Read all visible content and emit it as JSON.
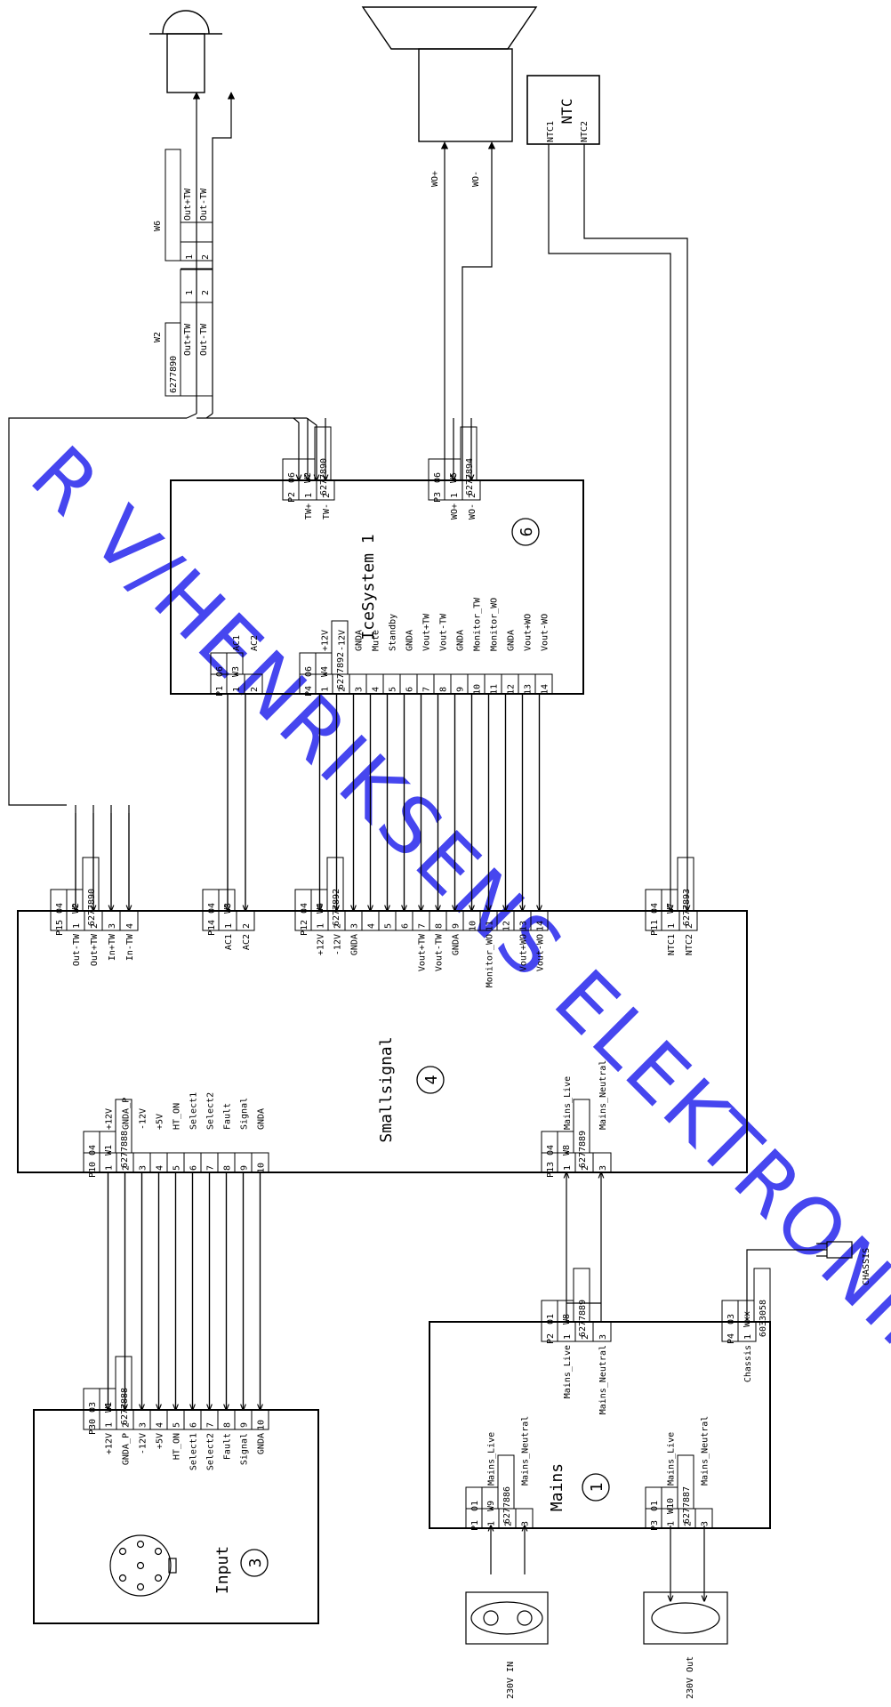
{
  "watermark": "R V/HENRIKSENS ELEKTRONIK",
  "ground_label": "CHASSIS",
  "components": {
    "tweeter": {
      "outputs": [
        "Out+TW",
        "Out-TW"
      ]
    },
    "woofer": {
      "labels": [
        "WO+",
        "WO-"
      ]
    },
    "ntc": {
      "title": "NTC",
      "pins": [
        "NTC1",
        "NTC2"
      ]
    }
  },
  "cables": {
    "w6": {
      "name": "W6",
      "part": "",
      "pins": [
        "Out+TW",
        "Out-TW"
      ],
      "nums": [
        "1",
        "2"
      ]
    },
    "w2": {
      "name": "W2",
      "part": "6277890",
      "pins": [
        "Out+TW",
        "Out-TW"
      ],
      "nums": [
        "1",
        "2"
      ]
    }
  },
  "boards": {
    "icesystem": {
      "title": "IceSystem 1",
      "number": "6",
      "p2": {
        "wire": "W2",
        "rev": "06",
        "part": "6277890",
        "conn": "P2",
        "pins": [
          {
            "n": "1",
            "label": "TW+"
          },
          {
            "n": "2",
            "label": "TW-"
          }
        ]
      },
      "p3": {
        "wire": "W5",
        "rev": "06",
        "part": "6277894",
        "conn": "P3",
        "pins": [
          {
            "n": "1",
            "label": "WO+"
          },
          {
            "n": "2",
            "label": "WO-"
          }
        ]
      },
      "p1": {
        "wire": "W3",
        "rev": "06",
        "conn": "P1",
        "pins": [
          {
            "n": "1",
            "label": "AC1"
          },
          {
            "n": "2",
            "label": "AC2"
          }
        ]
      },
      "p4": {
        "wire": "W4",
        "rev": "06",
        "part": "6277892",
        "conn": "P4",
        "pins": [
          {
            "n": "1",
            "label": "+12V"
          },
          {
            "n": "2",
            "label": "-12V"
          },
          {
            "n": "3",
            "label": "GNDA"
          },
          {
            "n": "4",
            "label": "Mute"
          },
          {
            "n": "5",
            "label": "Standby"
          },
          {
            "n": "6",
            "label": "GNDA"
          },
          {
            "n": "7",
            "label": "Vout+TW"
          },
          {
            "n": "8",
            "label": "Vout-TW"
          },
          {
            "n": "9",
            "label": "GNDA"
          },
          {
            "n": "10",
            "label": "Monitor_TW"
          },
          {
            "n": "11",
            "label": "Monitor_WO"
          },
          {
            "n": "12",
            "label": "GNDA"
          },
          {
            "n": "13",
            "label": "Vout+WO"
          },
          {
            "n": "14",
            "label": "Vout-WO"
          }
        ]
      }
    },
    "smallsignal": {
      "title": "Smallsignal",
      "number": "4",
      "p15": {
        "wire": "W2",
        "rev": "04",
        "part": "6277890",
        "conn": "P15",
        "pins": [
          {
            "n": "1",
            "label": "Out-TW"
          },
          {
            "n": "2",
            "label": "Out+TW"
          },
          {
            "n": "3",
            "label": "In+TW"
          },
          {
            "n": "4",
            "label": "In-TW"
          }
        ]
      },
      "p14": {
        "wire": "W3",
        "rev": "04",
        "conn": "P14",
        "pins": [
          {
            "n": "1",
            "label": "AC1"
          },
          {
            "n": "2",
            "label": "AC2"
          }
        ]
      },
      "p12": {
        "wire": "W4",
        "rev": "04",
        "part": "6277892",
        "conn": "P12",
        "pins": [
          {
            "n": "1",
            "label": "+12V"
          },
          {
            "n": "2",
            "label": "-12V"
          },
          {
            "n": "3",
            "label": "GNDA"
          },
          {
            "n": "4",
            "label": ""
          },
          {
            "n": "5",
            "label": ""
          },
          {
            "n": "6",
            "label": ""
          },
          {
            "n": "7",
            "label": "Vout+TW"
          },
          {
            "n": "8",
            "label": "Vout-TW"
          },
          {
            "n": "9",
            "label": "GNDA"
          },
          {
            "n": "10",
            "label": ""
          },
          {
            "n": "11",
            "label": "Monitor_WO"
          },
          {
            "n": "12",
            "label": ""
          },
          {
            "n": "13",
            "label": "Vout+WO"
          },
          {
            "n": "14",
            "label": "Vout-WO"
          }
        ]
      },
      "p11": {
        "wire": "W7",
        "rev": "04",
        "part": "6277893",
        "conn": "P11",
        "pins": [
          {
            "n": "1",
            "label": "NTC1"
          },
          {
            "n": "2",
            "label": "NTC2"
          }
        ]
      },
      "p10": {
        "wire": "W1",
        "rev": "04",
        "part": "6277888",
        "conn": "P10",
        "pins": [
          {
            "n": "1",
            "label": "+12V"
          },
          {
            "n": "2",
            "label": "GNDA_P"
          },
          {
            "n": "3",
            "label": "-12V"
          },
          {
            "n": "4",
            "label": "+5V"
          },
          {
            "n": "5",
            "label": "HT_ON"
          },
          {
            "n": "6",
            "label": "Select1"
          },
          {
            "n": "7",
            "label": "Select2"
          },
          {
            "n": "8",
            "label": "Fault"
          },
          {
            "n": "9",
            "label": "Signal"
          },
          {
            "n": "10",
            "label": "GNDA"
          }
        ]
      },
      "p13": {
        "wire": "W8",
        "rev": "04",
        "part": "6277889",
        "conn": "P13",
        "pins": [
          {
            "n": "1",
            "label": "Mains_Live"
          },
          {
            "n": "2",
            "label": ""
          },
          {
            "n": "3",
            "label": "Mains_Neutral"
          }
        ]
      }
    },
    "input": {
      "title": "Input",
      "number": "3",
      "p30": {
        "wire": "W1",
        "rev": "03",
        "part": "6277888",
        "conn": "P30",
        "pins": [
          {
            "n": "1",
            "label": "+12V"
          },
          {
            "n": "2",
            "label": "GNDA_P"
          },
          {
            "n": "3",
            "label": "-12V"
          },
          {
            "n": "4",
            "label": "+5V"
          },
          {
            "n": "5",
            "label": "HT_ON"
          },
          {
            "n": "6",
            "label": "Select1"
          },
          {
            "n": "7",
            "label": "Select2"
          },
          {
            "n": "8",
            "label": "Fault"
          },
          {
            "n": "9",
            "label": "Signal"
          },
          {
            "n": "10",
            "label": "GNDA"
          }
        ]
      }
    },
    "mains": {
      "title": "Mains",
      "number": "1",
      "p2": {
        "wire": "W8",
        "rev": "01",
        "part": "6277889",
        "conn": "P2",
        "pins": [
          {
            "n": "1",
            "label": "Mains_Live"
          },
          {
            "n": "2",
            "label": ""
          },
          {
            "n": "3",
            "label": "Mains_Neutral"
          }
        ]
      },
      "p4": {
        "wire": "Wxx",
        "rev": "03",
        "part": "6033058",
        "conn": "P4",
        "pins": [
          {
            "n": "1",
            "label": "Chassis"
          }
        ]
      },
      "p1": {
        "wire": "W9",
        "rev": "01",
        "part": "6277886",
        "conn": "P1",
        "pins": [
          {
            "n": "1",
            "label": "Mains_Live"
          },
          {
            "n": "2",
            "label": ""
          },
          {
            "n": "3",
            "label": "Mains_Neutral"
          }
        ]
      },
      "p3": {
        "wire": "W10",
        "rev": "01",
        "part": "6277887",
        "conn": "P3",
        "pins": [
          {
            "n": "1",
            "label": "Mains_Live"
          },
          {
            "n": "2",
            "label": ""
          },
          {
            "n": "3",
            "label": "Mains_Neutral"
          }
        ]
      }
    }
  },
  "sockets": {
    "in": "230V IN",
    "out": "230V Out"
  }
}
